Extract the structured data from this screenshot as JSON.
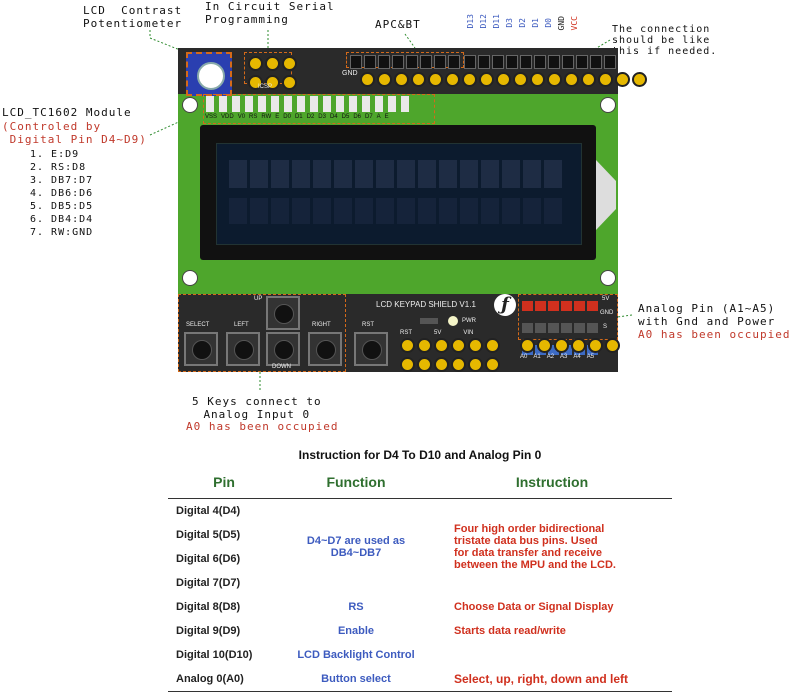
{
  "annotations": {
    "lcd_contrast": "LCD  Contrast\nPotentiometer",
    "icsp_prog": "In Circuit Serial\nProgramming",
    "apc_bt": "APC&BT",
    "connection_note": "The connection\nshould be like\nthis if needed.",
    "lcd_module_title": "LCD_TC1602 Module",
    "lcd_module_ctrl": "(Controled by\n Digital Pin D4~D9)",
    "lcd_pin_map": "1. E:D9\n2. RS:D8\n3. DB7:D7\n4. DB6:D6\n5. DB5:D5\n6. DB4:D4\n7. RW:GND",
    "analog_pin_line1": "Analog Pin (A1~A5)\nwith Gnd and Power",
    "analog_pin_line2": "A0 has been occupied",
    "keys_line1": "5 Keys connect to\nAnalog Input 0",
    "keys_line2": "A0 has been occupied"
  },
  "board": {
    "icsp_label": "ICSP",
    "gnd_label": "GND",
    "top_pins": [
      "D13",
      "D12",
      "D11",
      "D3",
      "D2",
      "D1",
      "D0",
      "GND",
      "VCC"
    ],
    "lcd_pins": [
      "VSS",
      "VDD",
      "V0",
      "RS",
      "RW",
      "E",
      "D0",
      "D1",
      "D2",
      "D3",
      "D4",
      "D5",
      "D6",
      "D7",
      "A",
      "E"
    ],
    "shield_name": "LCD KEYPAD SHIELD V1.1",
    "pwr_label": "PWR",
    "power_pins": [
      "RST",
      "5V",
      "VIN"
    ],
    "analog_pins": [
      "A0",
      "A1",
      "A2",
      "A3",
      "A4",
      "A5"
    ],
    "analog_rail": [
      "5V",
      "GND",
      "S"
    ],
    "buttons": {
      "up": "UP",
      "select": "SELECT",
      "left": "LEFT",
      "right": "RIGHT",
      "down": "DOWN",
      "rst": "RST"
    },
    "logo": "ƒ"
  },
  "table": {
    "title": "Instruction for D4 To D10 and Analog Pin 0",
    "headers": [
      "Pin",
      "Function",
      "Instruction"
    ],
    "pins": [
      "Digital   4(D4)",
      "Digital   5(D5)",
      "Digital   6(D6)",
      "Digital   7(D7)",
      "Digital   8(D8)",
      "Digital   9(D9)",
      "Digital 10(D10)",
      "Analog  0(A0)"
    ],
    "fn_group": "D4~D7 are used as\nDB4~DB7",
    "ins_group": "Four high order bidirectional\ntristate data bus pins. Used\nfor data transfer and receive\nbetween the MPU and the LCD.",
    "rows": [
      {
        "fn": "RS",
        "ins": "Choose Data or Signal Display"
      },
      {
        "fn": "Enable",
        "ins": "Starts data read/write"
      },
      {
        "fn": "LCD Backlight Control",
        "ins": ""
      },
      {
        "fn": "Button select",
        "ins": "Select, up, right, down and left"
      }
    ]
  },
  "colors": {
    "pcb": "#4ea62c",
    "accent_red": "#c0392b",
    "fn_blue": "#3d5bbf",
    "header_green": "#2f6f2f"
  }
}
